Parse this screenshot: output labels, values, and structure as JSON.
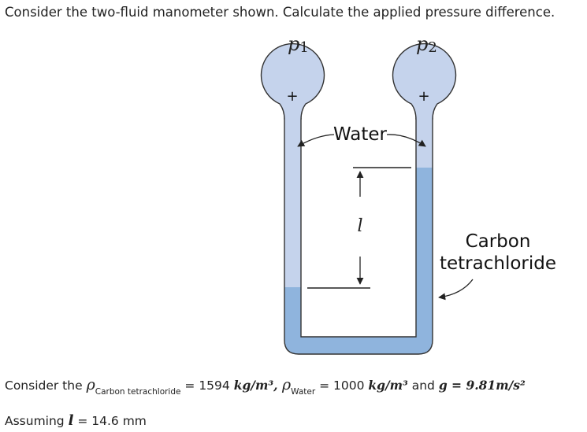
{
  "question": "Consider the two-fluid manometer shown. Calculate the applied pressure difference.",
  "figure": {
    "p1_label": "p",
    "p1_sub": "1",
    "p2_label": "p",
    "p2_sub": "2",
    "plus_left": "+",
    "plus_right": "+",
    "water_label": "Water",
    "l_label": "l",
    "carbon_label_line1": "Carbon",
    "carbon_label_line2": "tetrachloride",
    "colors": {
      "bulb": "#c5d3ec",
      "fluid": "#8fb4dd",
      "outline": "#333333"
    }
  },
  "given": {
    "prefix": "Consider the ",
    "rho1": "ρ",
    "rho1_sub": "Carbon tetrachloride",
    "value1": " = 1594 ",
    "unit1": "kg/m³",
    "sep": ", ",
    "rho2": "ρ",
    "rho2_sub": "Water",
    "value2": " = 1000 ",
    "unit2": "kg/m³",
    "and_text": " and ",
    "g_expr": "g = 9.81m/s²"
  },
  "assume": {
    "prefix": "Assuming ",
    "var": "l",
    "value": " = 14.6 mm"
  }
}
